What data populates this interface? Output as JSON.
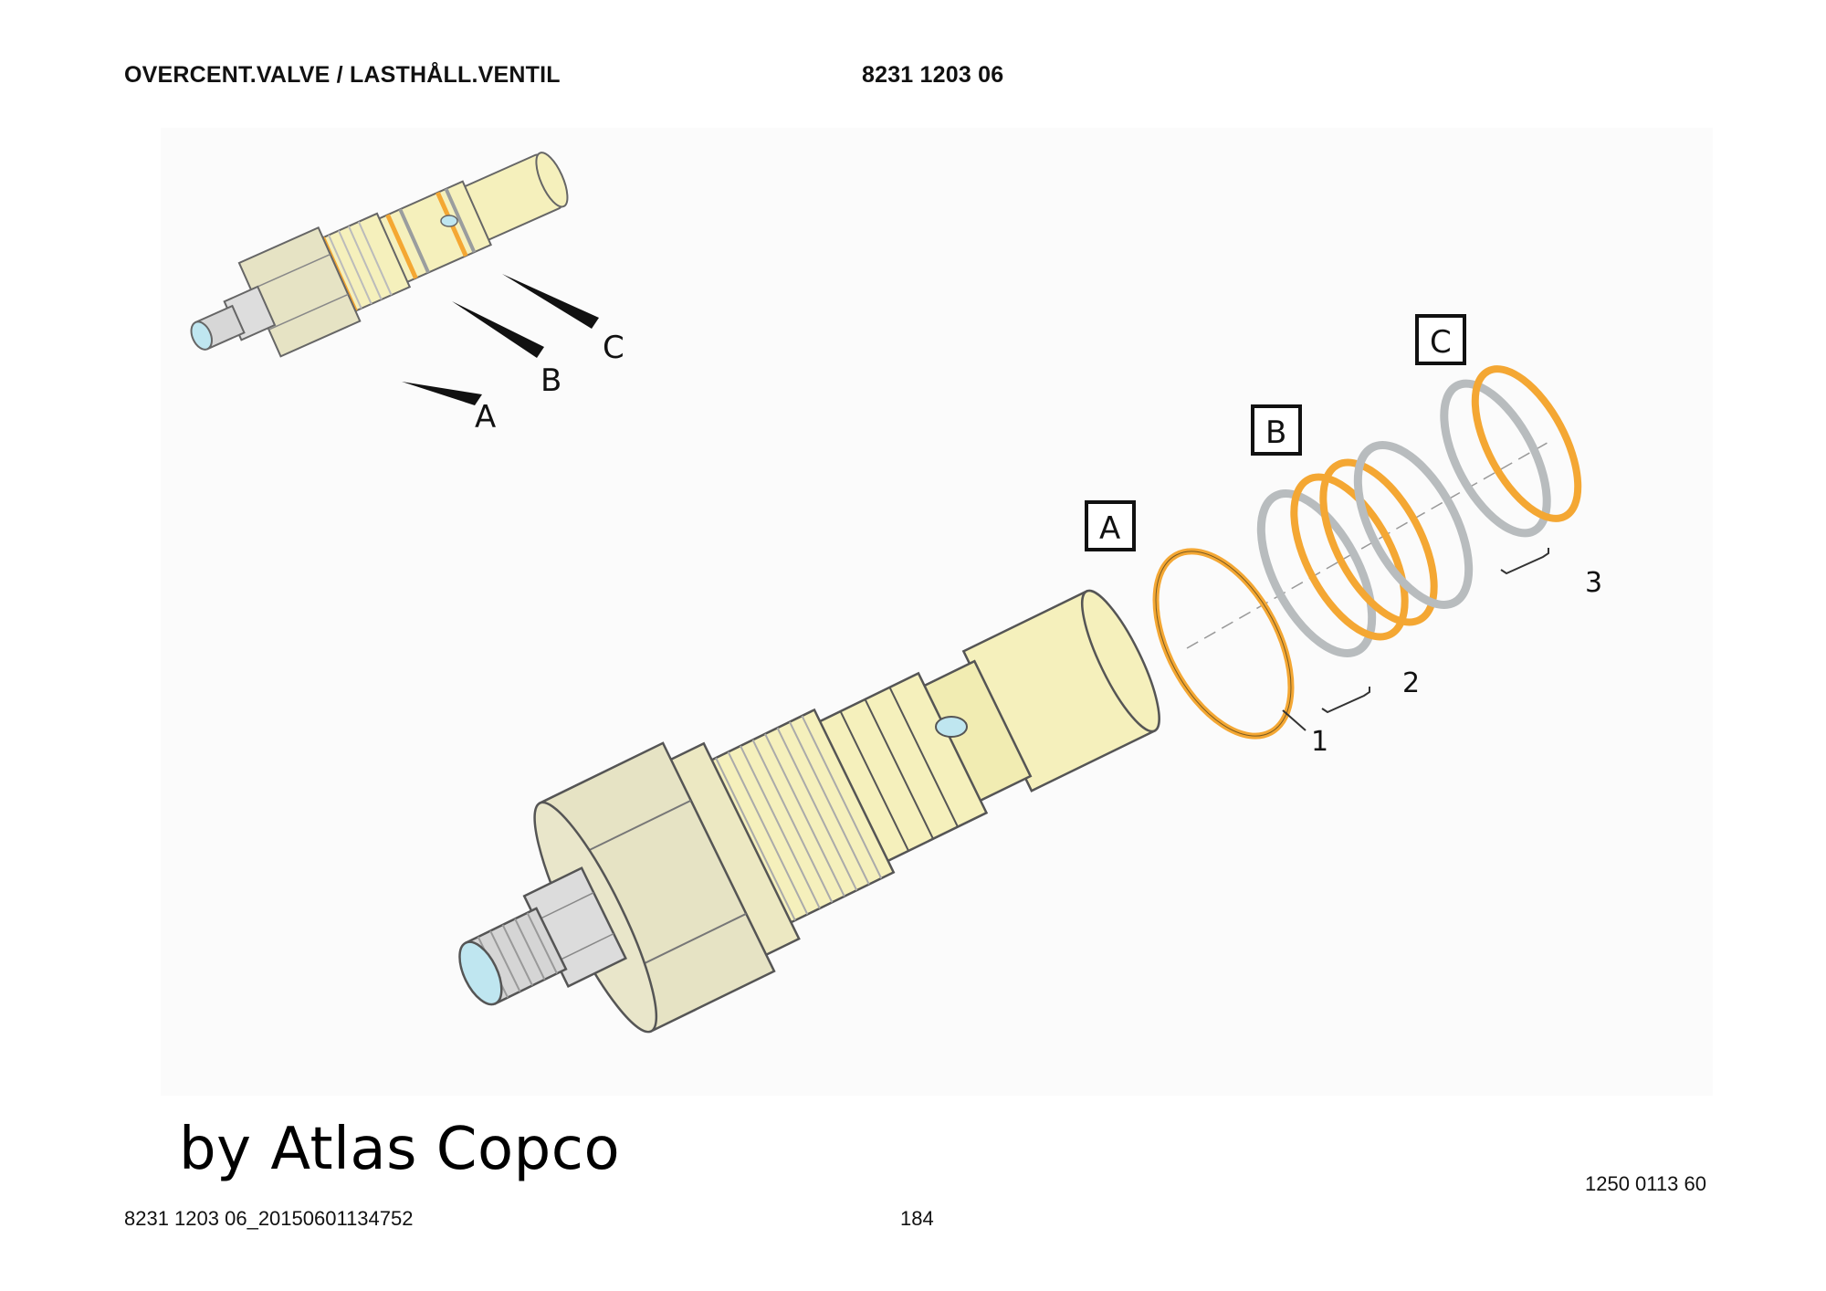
{
  "header": {
    "title": "OVERCENT.VALVE / LASTHÅLL.VENTIL",
    "part_number": "8231 1203 06"
  },
  "callouts": {
    "detail_a": "A",
    "detail_b": "B",
    "detail_c": "C",
    "box_a": "A",
    "box_b": "B",
    "box_c": "C"
  },
  "item_numbers": {
    "item_1": "1",
    "item_2": "2",
    "item_3": "3"
  },
  "watermark": "by Atlas Copco",
  "footer": {
    "document_id": "8231 1203 06_20150601134752",
    "page_number": "184",
    "drawing_ref": "1250 0113 60"
  },
  "colors": {
    "body_yellow": "#f5f0bc",
    "nut_beige": "#e6e3c4",
    "seal_orange": "#f4a733",
    "backup_gray": "#b8bcbe",
    "port_blue": "#bfe6f0",
    "background_panel": "#fbfbfb"
  }
}
